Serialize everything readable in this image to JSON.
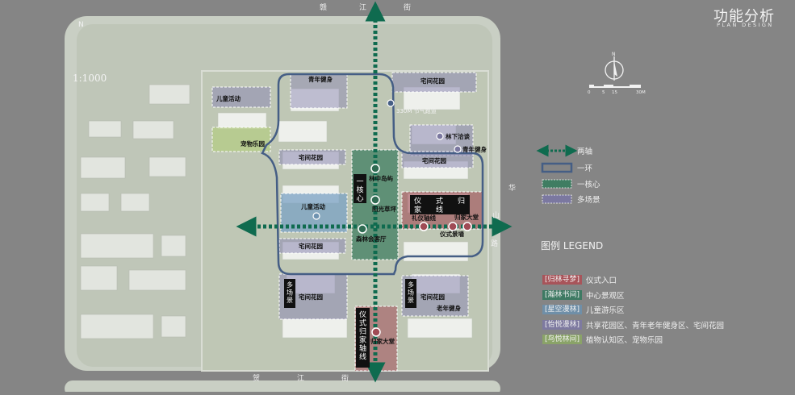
{
  "header": {
    "title": "功能分析",
    "subtitle": "PLAN DESIGN"
  },
  "compass": {
    "north": "N",
    "scale_ticks": [
      "0",
      "5",
      "15",
      "30M"
    ]
  },
  "map": {
    "scale_text": "1:1000",
    "streets": {
      "top": "赣 江 街",
      "right": "华 山 路",
      "bottom": "贺 江 街"
    },
    "zones": {
      "youth_fitness_top": "青年健身",
      "courtyard_top": "宅间花园",
      "kids_activity_top": "儿童活动",
      "pet_park": "宠物乐园",
      "solar_term_path": "330M 节气跑道",
      "forest_talk": "林下洽谈",
      "youth_fitness_right": "青年健身",
      "courtyard_mid_left": "宅间花园",
      "courtyard_mid_right": "宅间花园",
      "forest_island": "林中岛屿",
      "sunlight_lawn": "阳光草坪",
      "kids_activity_mid": "儿童活动",
      "forest_hall": "森林会客厅",
      "ceremony_axis": "礼仪轴线",
      "home_hall_right": "归家大堂",
      "ceremony_wall": "仪式景墙",
      "courtyard_low_left": "宅间花园",
      "courtyard_low_center": "宅间花园",
      "courtyard_low_right": "宅间花园",
      "elder_fitness": "老年健身",
      "home_hall_bottom": "归家大堂"
    },
    "callouts": {
      "core": "一核心",
      "ceremony_home_line_h": "仪式归家线",
      "ceremony_home_line_v": "仪式归家轴线",
      "multi_left": "多场景",
      "multi_right": "多场景"
    }
  },
  "legend": [
    {
      "label": "两轴",
      "kind": "axis"
    },
    {
      "label": "一环",
      "kind": "ring"
    },
    {
      "label": "一核心",
      "kind": "core"
    },
    {
      "label": "多场景",
      "kind": "multi"
    }
  ],
  "legend_title": "图例 LEGEND",
  "categories": [
    {
      "tag": "[归林寻梦]",
      "desc": "仪式入口",
      "color": "#a8545a"
    },
    {
      "tag": "[瀚林书间]",
      "desc": "中心景观区",
      "color": "#3e7a63"
    },
    {
      "tag": "[星空漫林]",
      "desc": "儿童游乐区",
      "color": "#6f8fa8"
    },
    {
      "tag": "[怡悦漫林]",
      "desc": "共享花园区、青年老年健身区、宅间花园",
      "color": "#7e7aa0"
    },
    {
      "tag": "[鸟悦林间]",
      "desc": "植物认知区、宠物乐园",
      "color": "#8aa368"
    }
  ],
  "colors": {
    "axis": "#0f6b4f",
    "ring": "#455e85",
    "core": "#3f7d62",
    "multi": "#7b78a0",
    "ceremony": "#a04b55",
    "kids": "#6f93b0",
    "pet": "#a9c17e"
  }
}
